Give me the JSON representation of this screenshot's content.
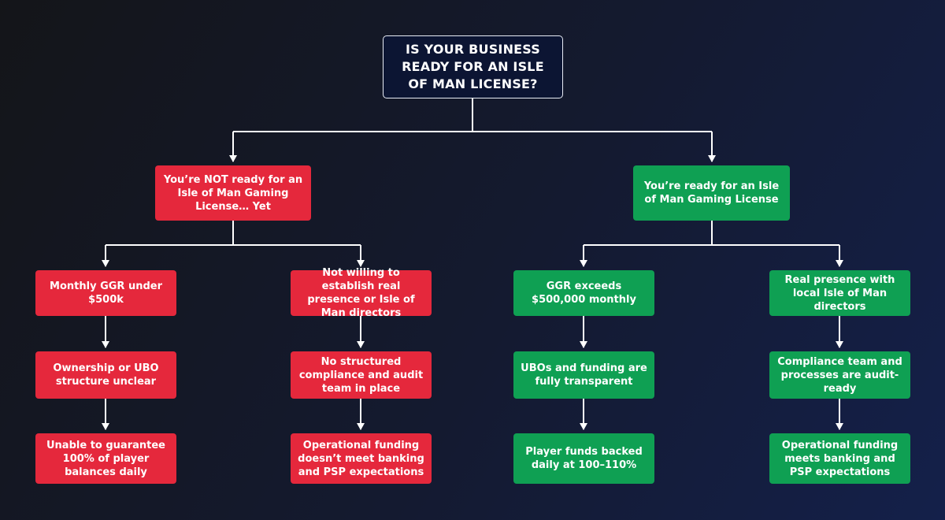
{
  "question": "IS YOUR BUSINESS READY FOR AN ISLE OF MAN LICENSE?",
  "colors": {
    "not_ready": "#e5283c",
    "ready": "#0fa053",
    "title_bg": "#0c1533",
    "connector": "#ffffff"
  },
  "not_ready": {
    "heading": "You’re NOT ready for an Isle of Man Gaming License… Yet",
    "left_chain": [
      "Monthly GGR under $500k",
      "Ownership or UBO structure unclear",
      "Unable to guarantee 100% of player balances daily"
    ],
    "right_chain": [
      "Not willing to establish real presence or Isle of Man directors",
      "No structured compliance and audit team in place",
      "Operational funding doesn’t meet banking and PSP expectations"
    ]
  },
  "ready": {
    "heading": "You’re ready for an Isle of Man Gaming License",
    "left_chain": [
      "GGR exceeds $500,000 monthly",
      "UBOs and funding are fully transparent",
      "Player funds backed daily at 100–110%"
    ],
    "right_chain": [
      "Real presence with local Isle of Man directors",
      "Compliance team and processes are audit-ready",
      "Operational funding meets banking and PSP expectations"
    ]
  }
}
